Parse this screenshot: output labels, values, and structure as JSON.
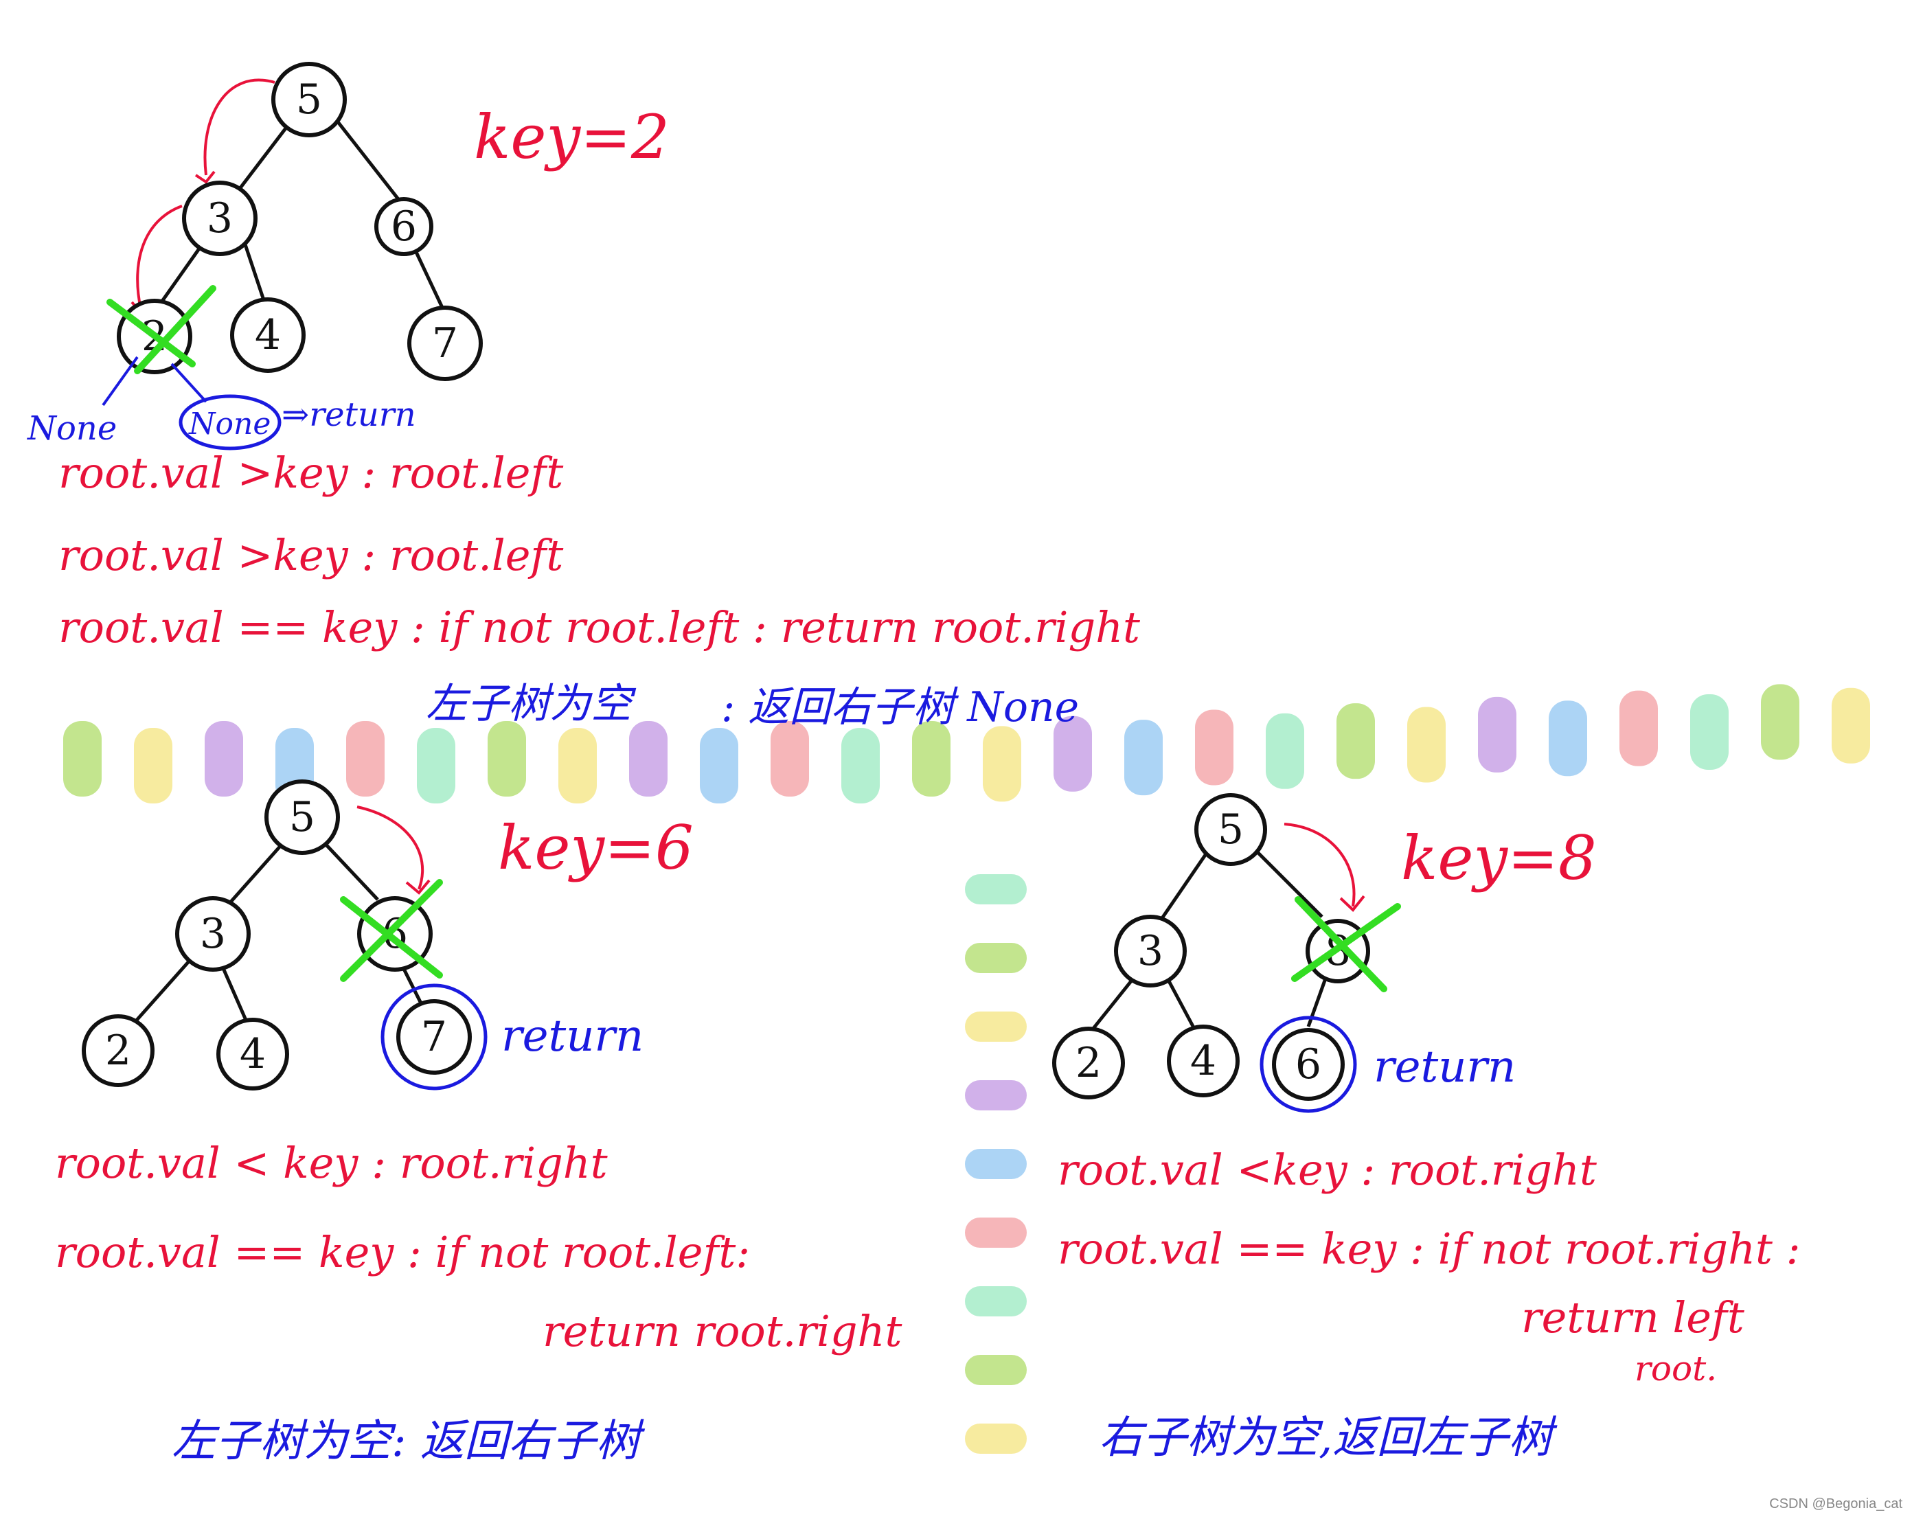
{
  "panel_top": {
    "key_label": "key=2",
    "nodes": [
      "5",
      "3",
      "6",
      "2",
      "4",
      "7"
    ],
    "none_left": "None",
    "none_right": "None",
    "return_label": "⇒return",
    "lines": [
      "root.val >key : root.left",
      "root.val >key : root.left",
      "root.val == key : if not root.left : return root.right"
    ],
    "chinese_left": "左子树为空",
    "chinese_right": ": 返回右子树 None"
  },
  "panel_bottom_left": {
    "key_label": "key=6",
    "nodes": [
      "5",
      "3",
      "6",
      "2",
      "4",
      "7"
    ],
    "return_label": "return",
    "lines": [
      "root.val < key : root.right",
      "root.val == key : if not root.left:",
      "return root.right"
    ],
    "chinese": "左子树为空: 返回右子树"
  },
  "panel_bottom_right": {
    "key_label": "key=8",
    "nodes": [
      "5",
      "3",
      "8",
      "2",
      "4",
      "6"
    ],
    "return_label": "return",
    "lines": [
      "root.val <key : root.right",
      "root.val == key : if not root.right :",
      "return left",
      "root."
    ],
    "chinese": "右子树为空,返回左子树"
  },
  "divider_colors": [
    "#b9e07a",
    "#f6e78e",
    "#c9a3e6",
    "#9dcdf3",
    "#f4a9ad",
    "#a6ecc8"
  ],
  "watermark": "CSDN @Begonia_cat"
}
